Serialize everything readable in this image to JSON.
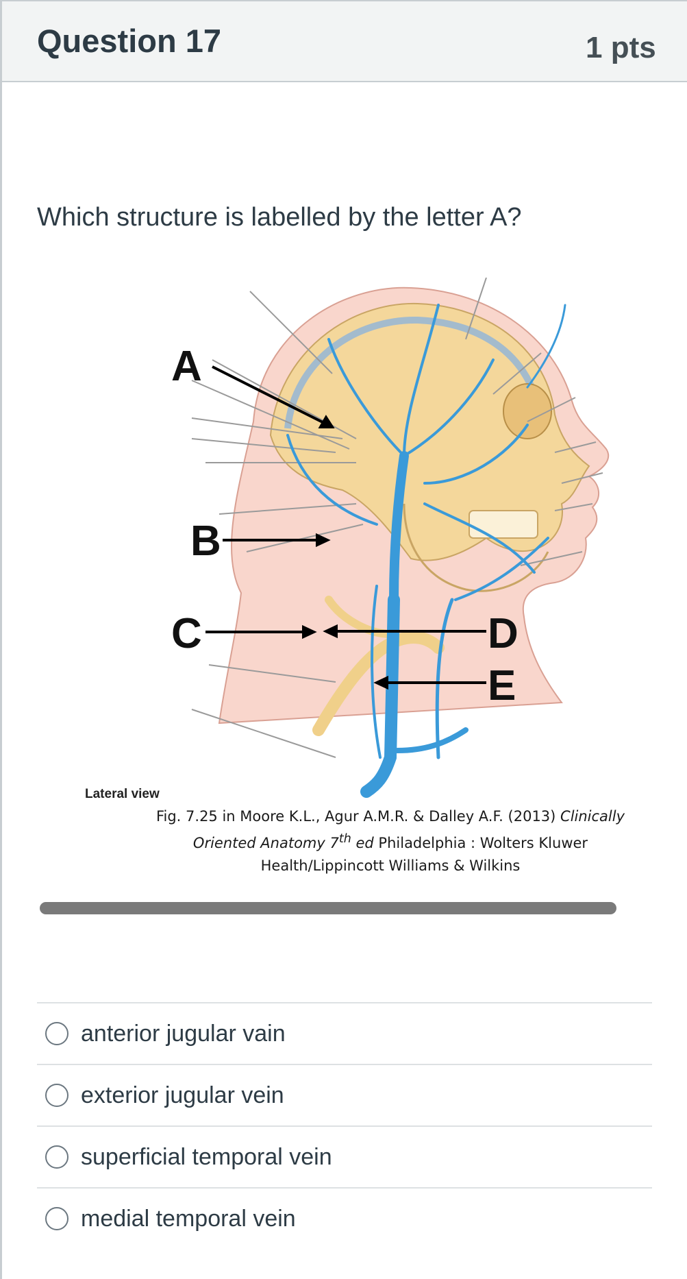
{
  "question": {
    "title": "Question 17",
    "points": "1 pts",
    "text": "Which structure is labelled by the letter A?"
  },
  "figure": {
    "labels": [
      "A",
      "B",
      "C",
      "D",
      "E"
    ],
    "view_label": "Lateral view",
    "caption": {
      "line1_a": "Fig. 7.25 in Moore K.L., Agur A.M.R. & Dalley A.F. (2013) ",
      "line1_b": "Clinically",
      "line2_a": "Oriented Anatomy 7",
      "line2_sup": "th",
      "line2_b": " ed",
      "line2_c": "  Philadelphia : Wolters Kluwer",
      "line3": "Health/Lippincott Williams & Wilkins"
    }
  },
  "answers": [
    {
      "label": "anterior jugular vain"
    },
    {
      "label": "exterior jugular vein"
    },
    {
      "label": "superficial temporal vein"
    },
    {
      "label": "medial temporal vein"
    }
  ],
  "colors": {
    "header_bg": "#f2f4f4",
    "text": "#2d3b45",
    "vein": "#3a9ad9",
    "bone": "#f4d79b",
    "skin": "#f9d6cc"
  }
}
